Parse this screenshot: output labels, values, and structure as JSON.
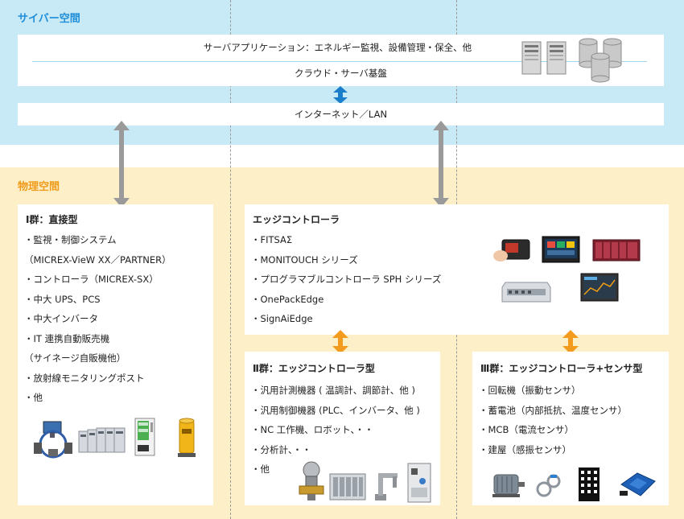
{
  "cyber": {
    "title": "サイバー空間",
    "server_app": "サーバアプリケーション：エネルギー監視、設備管理・保全、他",
    "cloud": "クラウド・サーバ基盤",
    "network": "インターネット／LAN"
  },
  "physical": {
    "title": "物理空間",
    "group1": {
      "title": "Ⅰ群：直接型",
      "items": [
        "・監視・制御システム",
        "（MICREX-VieW XX／PARTNER）",
        "・コントローラ（MICREX-SX）",
        "・中大 UPS、PCS",
        "・中大インバータ",
        "・IT 連携自動販売機",
        "（サイネージ自販機他）",
        "・放射線モニタリングポスト",
        "・他"
      ]
    },
    "edge": {
      "title": "エッジコントローラ",
      "items": [
        "・FITSAΣ",
        "・MONITOUCH シリーズ",
        "・プログラマブルコントローラ SPH シリーズ",
        "・OnePackEdge",
        "・SignAiEdge"
      ]
    },
    "group2": {
      "title": "Ⅱ群：エッジコントローラ型",
      "items": [
        "・汎用計測機器 ( 温調計、調節計、他 )",
        "・汎用制御機器 (PLC、インバータ、他 )",
        "・NC 工作機、ロボット、・・",
        "・分析計、・・",
        "・他"
      ]
    },
    "group3": {
      "title": "Ⅲ群：エッジコントローラ+センサ型",
      "items": [
        "・回転機（振動センサ）",
        "・蓄電池（内部抵抗、温度センサ）",
        "・MCB（電流センサ）",
        "・建屋（感振センサ）"
      ]
    }
  },
  "colors": {
    "cyber_band": "#c8e9f6",
    "physical_band": "#fdf0c8",
    "cyber_title": "#1f8ed8",
    "physical_title": "#f09a1a",
    "blue_arrow": "#1a7ecb",
    "orange_arrow": "#f39b1e",
    "gray_arrow": "#9a9a9a"
  },
  "icons": [
    "server-icon",
    "database-icon",
    "control-system-icon",
    "ups-rack-icon",
    "vending-machine-icon",
    "monitoring-post-icon",
    "edge-device-icon",
    "touch-panel-icon",
    "plc-icon",
    "edge-box-icon",
    "monitor-screen-icon",
    "transmitter-icon",
    "plc-module-icon",
    "robot-arm-icon",
    "analyzer-cabinet-icon",
    "motor-icon",
    "battery-sensor-icon",
    "building-icon",
    "vibration-sensor-icon"
  ]
}
